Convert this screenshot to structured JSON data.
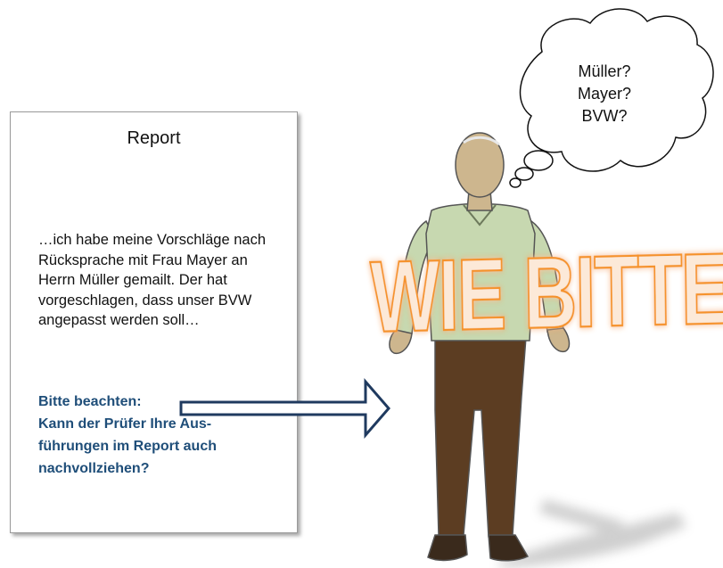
{
  "report": {
    "title": "Report",
    "body": "…ich habe meine Vorschläge nach Rücksprache mit Frau Mayer an Herrn Müller gemailt. Der hat vorgeschlagen, dass unser BVW angepasst werden soll…",
    "notice_lines": [
      "Bitte beachten:",
      "Kann der Prüfer Ihre Aus-",
      "führungen im Report auch",
      "nachvollziehen?"
    ]
  },
  "thought": {
    "lines": [
      "Müller?",
      "Mayer?",
      "BVW?"
    ]
  },
  "exclamation": "WIE BITTE",
  "colors": {
    "notice_text": "#1f4e79",
    "arrow_stroke": "#1f3a5f",
    "exclamation_fill": "#fce9d8",
    "exclamation_glow": "#f5922b",
    "shirt": "#c7d8b0",
    "trousers": "#5c3d22",
    "skin": "#cdb68e"
  },
  "icons": {
    "arrow": "right-arrow-icon",
    "thought_bubble": "thought-cloud",
    "person": "person-figure"
  }
}
